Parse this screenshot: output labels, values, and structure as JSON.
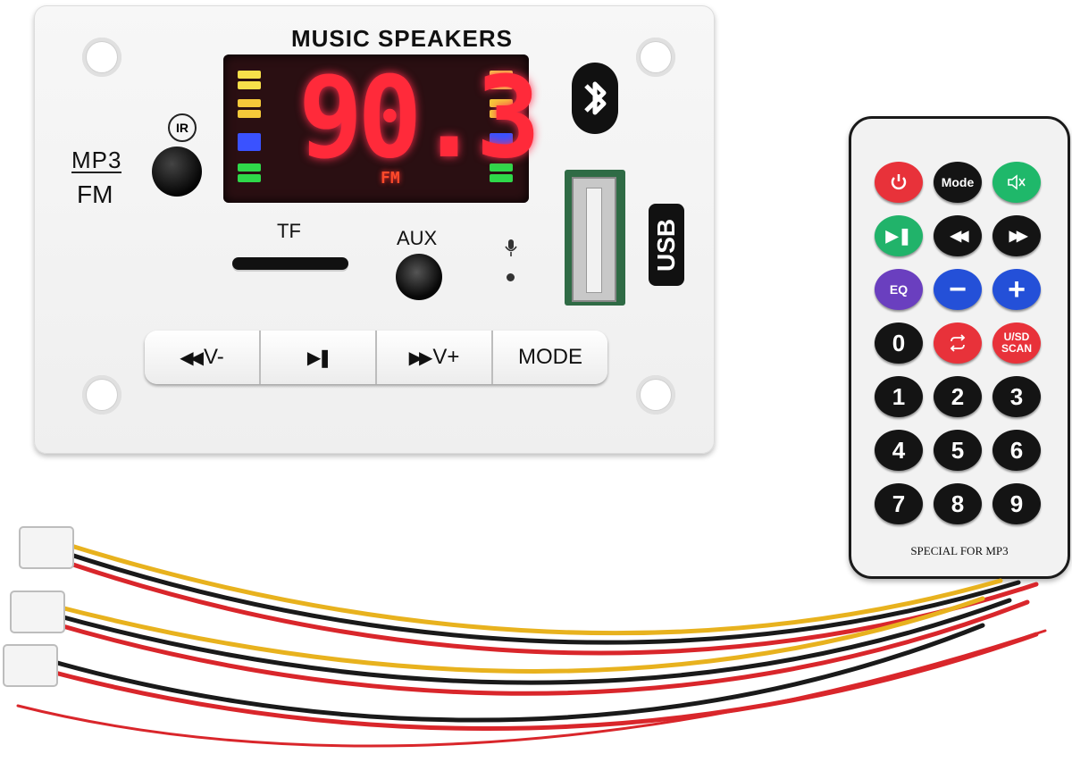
{
  "module": {
    "title": "MUSIC SPEAKERS",
    "display": {
      "frequency": "90.3",
      "band": "FM"
    },
    "ir_label": "IR",
    "mode_label_top": "MP3",
    "mode_label_bottom": "FM",
    "tf_label": "TF",
    "aux_label": "AUX",
    "usb_label": "USB",
    "buttons": {
      "prev": "V-",
      "next": "V+",
      "mode": "MODE"
    },
    "level_colors": [
      "#f7e04a",
      "#f5c93a",
      "#3a52ff",
      "#2fd84a"
    ]
  },
  "remote": {
    "mode_label": "Mode",
    "eq_label": "EQ",
    "usd_label_1": "U/SD",
    "usd_label_2": "SCAN",
    "digits": [
      "0",
      "1",
      "2",
      "3",
      "4",
      "5",
      "6",
      "7",
      "8",
      "9"
    ],
    "footer": "SPECIAL FOR MP3",
    "colors": {
      "power": "#e8323a",
      "play": "#21b36a",
      "mute": "#1fb86a",
      "eq": "#6a3fbf",
      "vol": "#2450d8",
      "repeat": "#e8323a",
      "scan": "#e8323a"
    }
  }
}
